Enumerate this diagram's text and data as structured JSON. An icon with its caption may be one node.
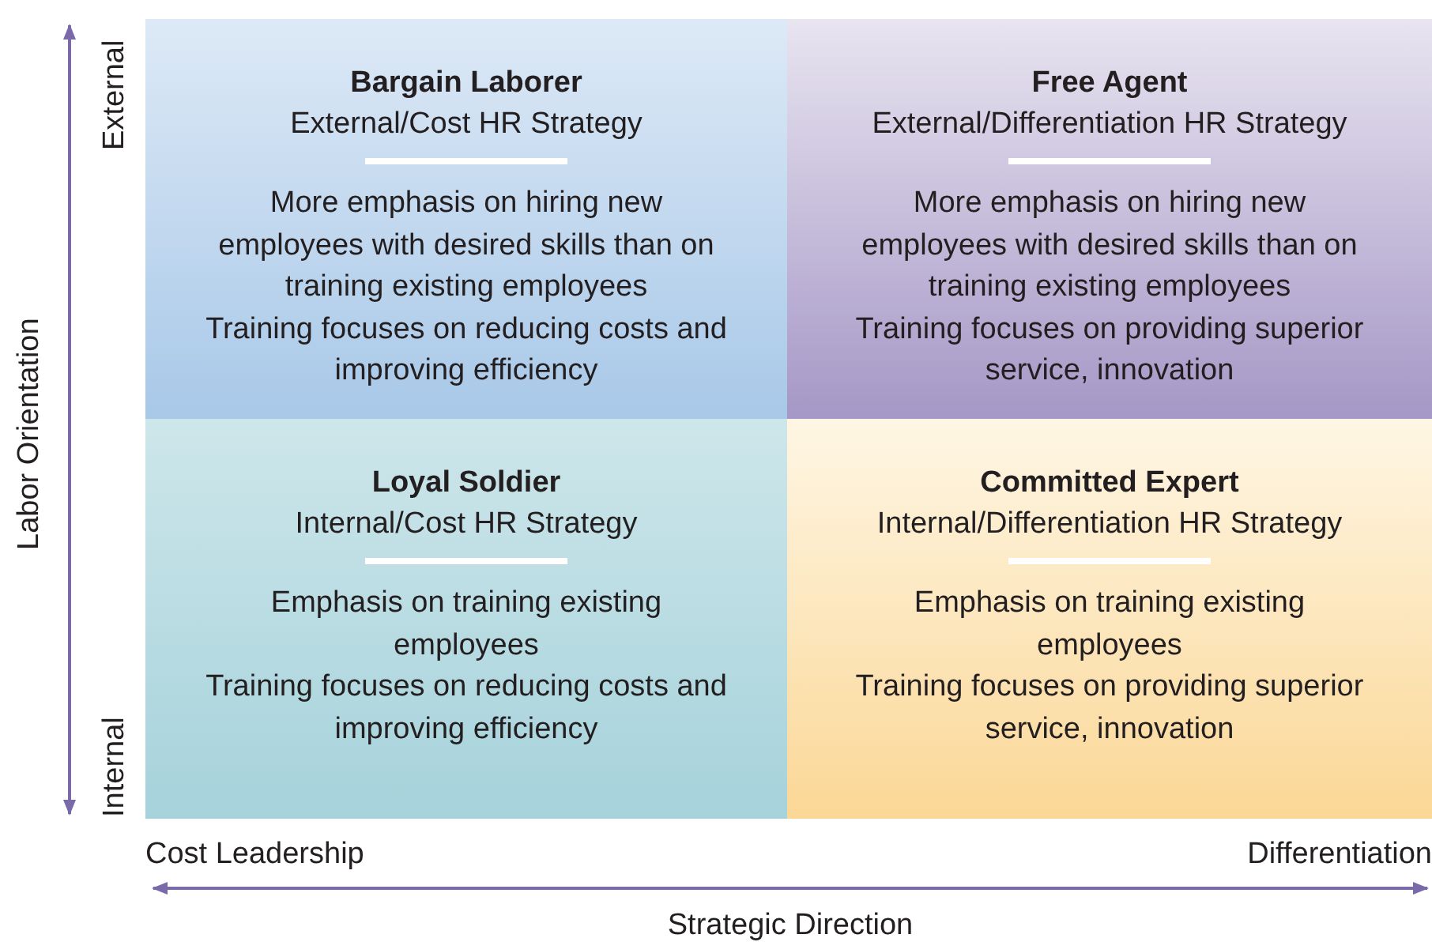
{
  "diagram": {
    "nodes": [
      {
        "text": [
          "Bargain Laborer",
          "External/Cost HR Strategy",
          "More emphasis on hiring new employees with desired skills than on training existing employees",
          "Training focuses on reducing costs and improving efficiency"
        ]
      },
      {
        "text": [
          "Free Agent",
          "External/Differentiation HR Strategy",
          "More emphasis on hiring new employees with desired skills than on training existing employees",
          "Training focuses on providing superior service, innovation"
        ]
      },
      {
        "text": [
          "Loyal Soldier",
          "Internal/Cost HR Strategy",
          "Emphasis on training existing employees",
          "Training focuses on reducing costs and improving efficiency"
        ]
      },
      {
        "text": [
          "Committed Expert",
          "Internal/Differentiation HR Strategy",
          "Emphasis on training existing employees",
          "Training focuses on providing superior service, innovation"
        ]
      }
    ],
    "edges": [],
    "labels": [
      "Labor Orientation",
      "External",
      "Internal",
      "Cost Leadership",
      "Differentiation",
      "Strategic Direction"
    ]
  }
}
